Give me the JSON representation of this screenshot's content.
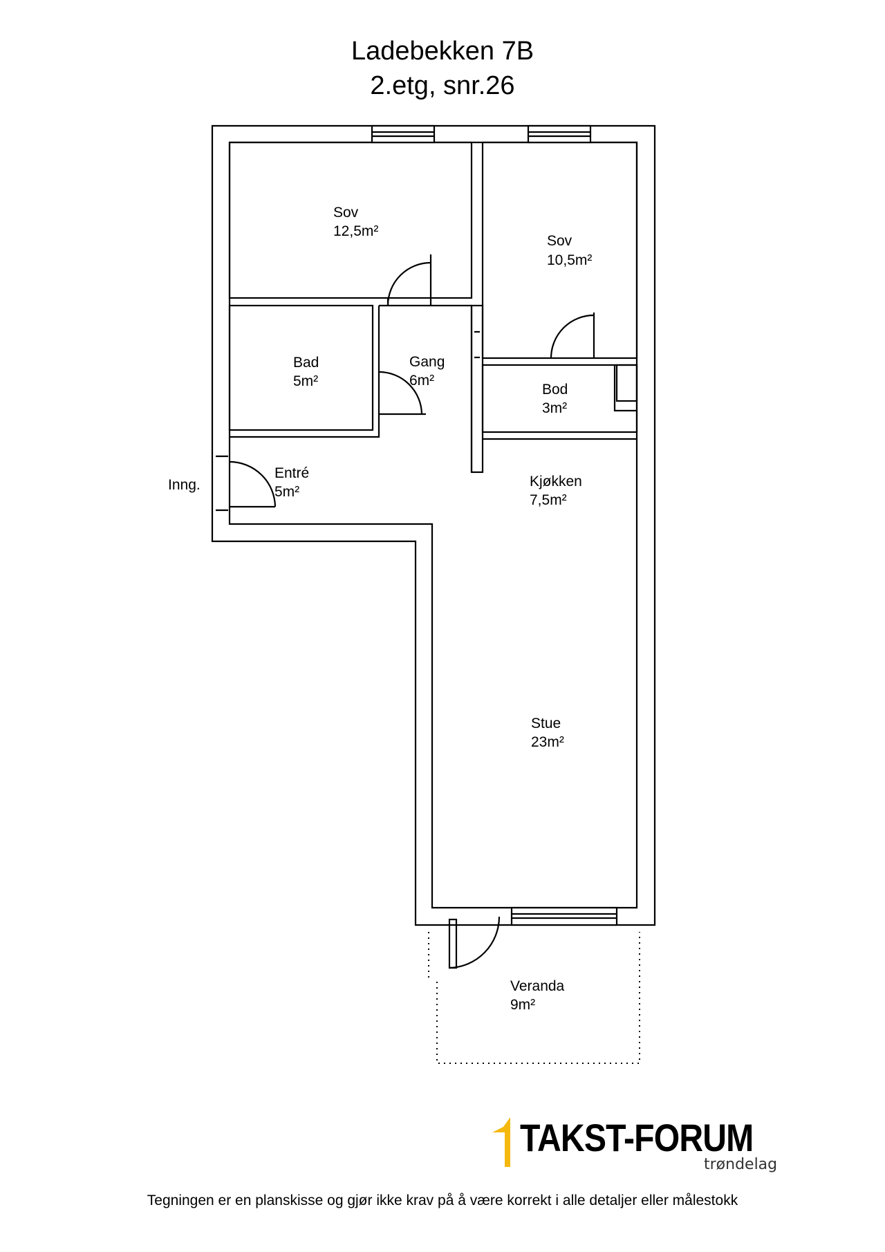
{
  "header": {
    "address": "Ladebekken 7B",
    "unit": "2.etg, snr.26"
  },
  "rooms": [
    {
      "name": "Sov",
      "area": "12,5m²"
    },
    {
      "name": "Sov",
      "area": "10,5m²"
    },
    {
      "name": "Bad",
      "area": "5m²"
    },
    {
      "name": "Gang",
      "area": "6m²"
    },
    {
      "name": "Bod",
      "area": "3m²"
    },
    {
      "name": "Entré",
      "area": "5m²"
    },
    {
      "name": "Kjøkken",
      "area": "7,5m²"
    },
    {
      "name": "Stue",
      "area": "23m²"
    },
    {
      "name": "Veranda",
      "area": "9m²"
    }
  ],
  "entrance_label": "Inng.",
  "logo": {
    "main": "TAKST-FORUM",
    "sub": "trøndelag",
    "accent_color": "#f5b80f"
  },
  "footer": {
    "disclaimer": "Tegningen er en planskisse og gjør ikke krav på å være korrekt i alle detaljer eller målestokk"
  }
}
